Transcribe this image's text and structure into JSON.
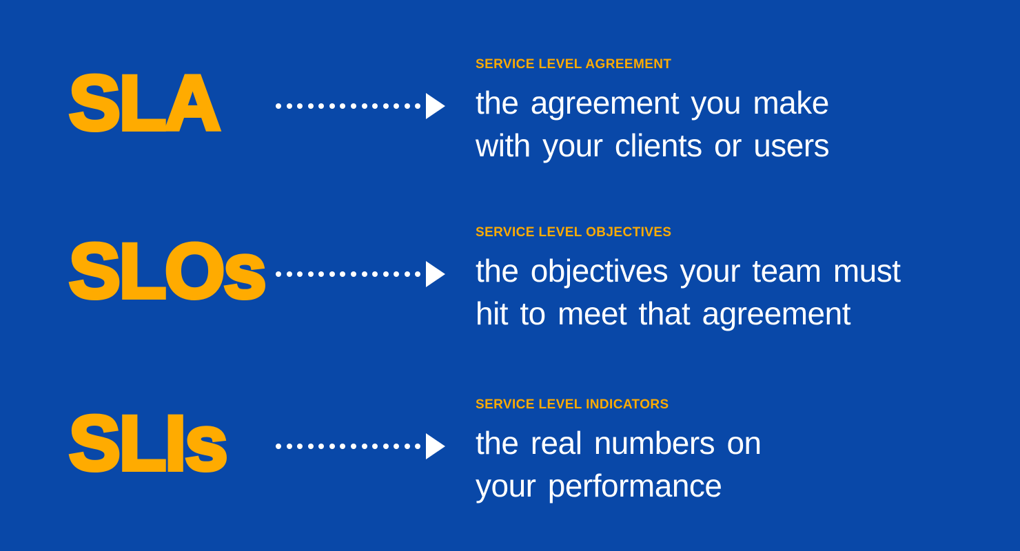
{
  "colors": {
    "background": "#0948A8",
    "accent": "#FFAB00",
    "text": "#FFFFFF"
  },
  "arrow": {
    "dot_count": 14,
    "color": "#FFFFFF"
  },
  "rows": [
    {
      "term": "SLA",
      "label": "SERVICE LEVEL AGREEMENT",
      "line1": "the agreement you make",
      "line2": "with your clients or users"
    },
    {
      "term": "SLOs",
      "label": "SERVICE LEVEL OBJECTIVES",
      "line1": "the objectives your team must",
      "line2": "hit to meet that agreement"
    },
    {
      "term": "SLIs",
      "label": "SERVICE LEVEL INDICATORS",
      "line1": "the real numbers on",
      "line2": "your performance"
    }
  ]
}
